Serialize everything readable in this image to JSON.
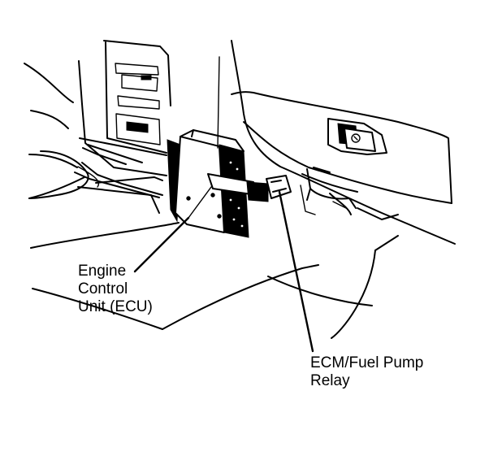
{
  "labels": {
    "ecu": [
      "Engine",
      "Control",
      "Unit (ECU)"
    ],
    "relay": [
      "ECM/Fuel Pump",
      "Relay"
    ]
  }
}
